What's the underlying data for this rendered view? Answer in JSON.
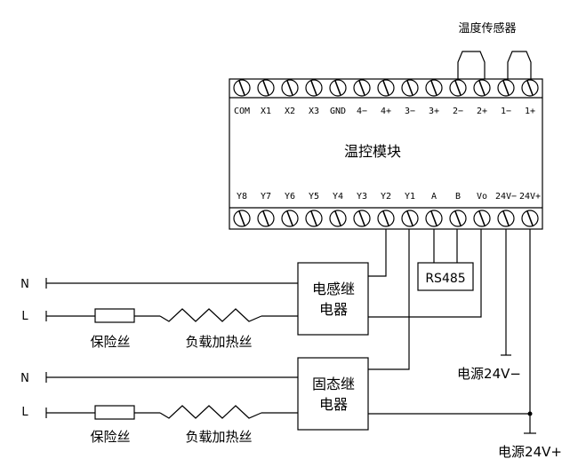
{
  "diagram": {
    "sensor_label": "温度传感器",
    "module_title": "温控模块",
    "top_pins": [
      "COM",
      "X1",
      "X2",
      "X3",
      "GND",
      "4−",
      "4+",
      "3−",
      "3+",
      "2−",
      "2+",
      "1−",
      "1+"
    ],
    "bottom_pins": [
      "Y8",
      "Y7",
      "Y6",
      "Y5",
      "Y4",
      "Y3",
      "Y2",
      "Y1",
      "A",
      "B",
      "Vo",
      "24V−",
      "24V+"
    ],
    "rs485_label": "RS485",
    "relay1": {
      "line1": "电感继",
      "line2": "电器"
    },
    "relay2": {
      "line1": "固态继",
      "line2": "电器"
    },
    "line_labels": {
      "n1": "N",
      "l1": "L",
      "n2": "N",
      "l2": "L"
    },
    "fuse_label_1": "保险丝",
    "fuse_label_2": "保险丝",
    "heater_label_1": "负载加热丝",
    "heater_label_2": "负载加热丝",
    "power_minus_label": "电源24V−",
    "power_plus_label": "电源24V+"
  }
}
